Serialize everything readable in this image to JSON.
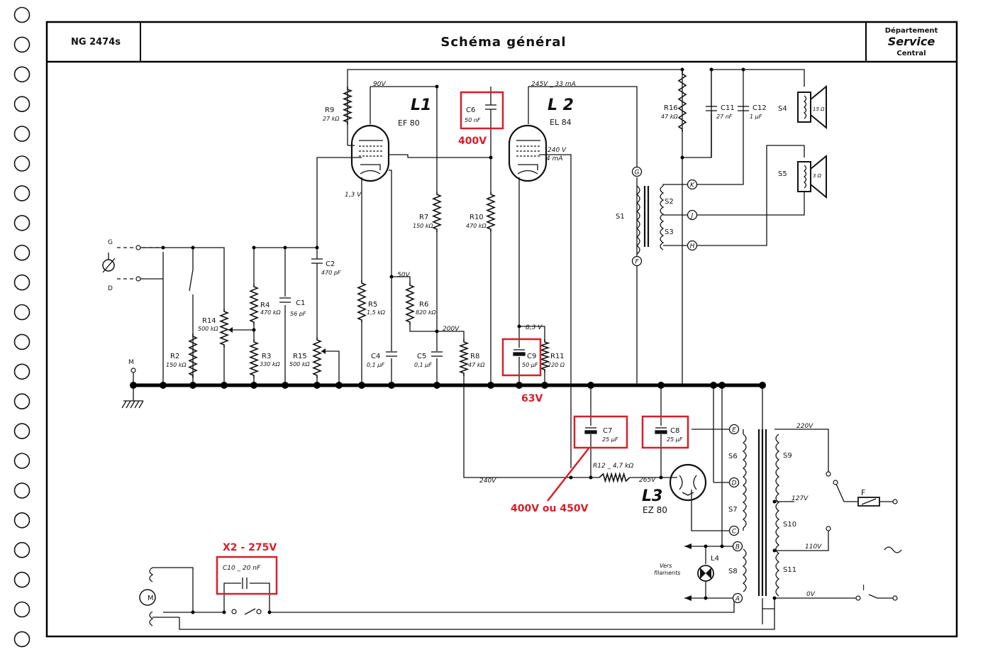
{
  "header": {
    "model": "NG 2474s",
    "title": "Schéma général",
    "dept_top": "Département",
    "dept_mid": "Service",
    "dept_bot": "Central"
  },
  "tubes": {
    "l1": {
      "name": "L1",
      "type": "EF 80"
    },
    "l2": {
      "name": "L 2",
      "type": "EL 84"
    },
    "l3": {
      "name": "L3",
      "type": "EZ 80"
    }
  },
  "components": {
    "r9": {
      "name": "R9",
      "value": "27 kΩ"
    },
    "r7": {
      "name": "R7",
      "value": "150 kΩ"
    },
    "r10": {
      "name": "R10",
      "value": "470 kΩ"
    },
    "r16": {
      "name": "R16",
      "value": "47 kΩ"
    },
    "r4": {
      "name": "R4",
      "value": "470 kΩ"
    },
    "r3": {
      "name": "R3",
      "value": "330 kΩ"
    },
    "r2": {
      "name": "R2",
      "value": "150 kΩ"
    },
    "r14": {
      "name": "R14",
      "value": "500 kΩ"
    },
    "r15": {
      "name": "R15",
      "value": "500 kΩ"
    },
    "r5": {
      "name": "R5",
      "value": "1,5 kΩ"
    },
    "r6": {
      "name": "R6",
      "value": "820 kΩ"
    },
    "r8": {
      "name": "R8",
      "value": "47 kΩ"
    },
    "r11": {
      "name": "R11",
      "value": "220 Ω"
    },
    "r12": {
      "name": "R12 _ 4,7 kΩ"
    },
    "c1": {
      "name": "C1",
      "value": "56 pF"
    },
    "c2": {
      "name": "C2",
      "value": "470 pF"
    },
    "c4": {
      "name": "C4",
      "value": "0,1 µF"
    },
    "c5": {
      "name": "C5",
      "value": "0,1 µF"
    },
    "c6": {
      "name": "C6",
      "value": "50 nF"
    },
    "c7": {
      "name": "C7",
      "value": "25 µF"
    },
    "c8": {
      "name": "C8",
      "value": "25 µF"
    },
    "c9": {
      "name": "C9",
      "value": "50 µF"
    },
    "c10": {
      "name": "C10 _ 20 nF"
    },
    "c11": {
      "name": "C11",
      "value": "27 nF"
    },
    "c12": {
      "name": "C12",
      "value": "1 µF"
    },
    "s1": "S1",
    "s2": "S2",
    "s3": "S3",
    "s4": {
      "name": "S4",
      "value": "15 Ω"
    },
    "s5": {
      "name": "S5",
      "value": "3 Ω"
    },
    "s6": "S6",
    "s7": "S7",
    "s8": "S8",
    "s9": "S9",
    "s10": "S10",
    "s11": "S11",
    "l4": "L4",
    "fuse": "F",
    "switch_i": "I",
    "motor": "M"
  },
  "terminals": {
    "g_in": "G",
    "d_in": "D",
    "m_gnd": "M",
    "t_g": "G",
    "t_f": "F",
    "t_k": "K",
    "t_j": "J",
    "t_h": "H",
    "t_e": "E",
    "t_d": "D",
    "t_c": "C",
    "t_b": "B",
    "t_a": "A"
  },
  "voltages": {
    "v90": "90V",
    "v245": "245V _ 33 mA",
    "v240a": "240 V",
    "ma4": "4 mA",
    "v13": "1,3 V",
    "v50": "50V",
    "v200": "200V",
    "v83": "8,3 V",
    "v240b": "240V",
    "v265": "265V",
    "v220": "220V",
    "v127": "127V",
    "v110": "110V",
    "v0": "0V"
  },
  "notes": {
    "vers": "Vers",
    "filaments": "filaments"
  },
  "annotations": {
    "c6_rating": "400V",
    "c9_rating": "63V",
    "c7_rating": "400V ou 450V",
    "c10_rating": "X2 - 275V"
  },
  "binder_holes": 22
}
